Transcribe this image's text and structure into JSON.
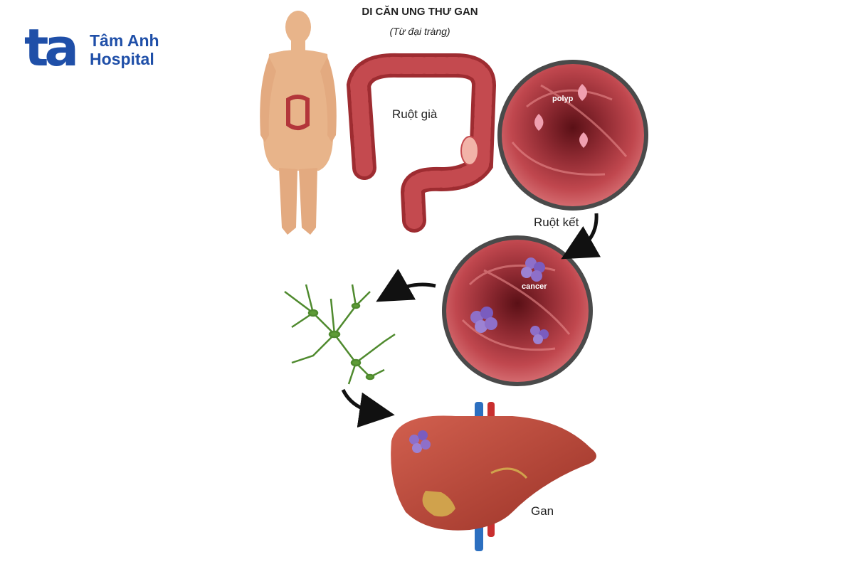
{
  "logo": {
    "mark": "ta",
    "line1": "Tâm Anh",
    "line2": "Hospital"
  },
  "title": "DI CĂN UNG THƯ GAN",
  "subtitle": "(Từ đại tràng)",
  "labels": {
    "large_intestine": "Ruột già",
    "polyp": "polyp",
    "colon": "Ruột kết",
    "cancer": "cancer",
    "liver": "Gan"
  },
  "colors": {
    "brand_blue": "#1f4fa8",
    "skin": "#e8b48a",
    "intestine": "#b3363a",
    "colon_wall": "#c0474e",
    "tumor": "#8e6fc9",
    "lymph": "#4f8a2e",
    "liver": "#b8463a",
    "vein_blue": "#2c6fc0",
    "artery_red": "#c92f2f",
    "gallbladder": "#d0a24c"
  }
}
